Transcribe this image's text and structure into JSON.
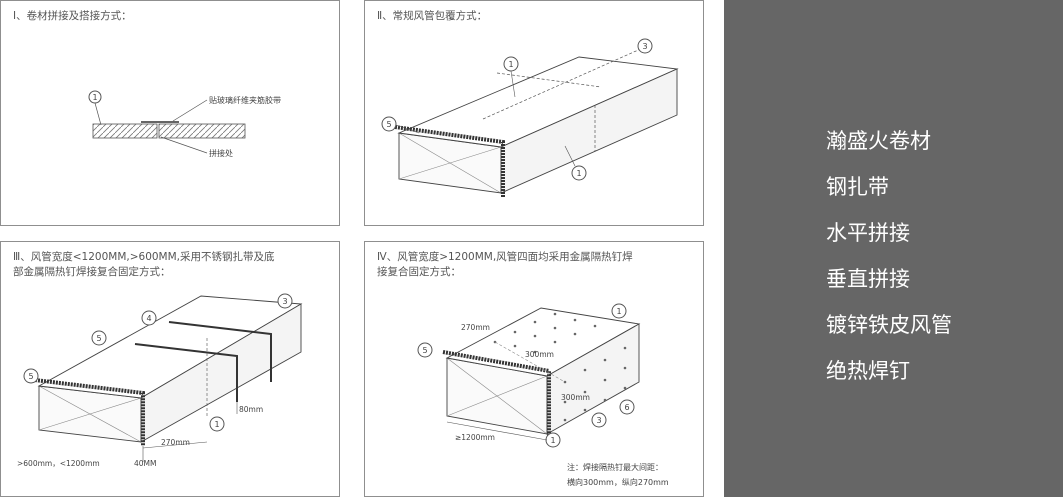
{
  "panels": {
    "p1": {
      "title": "Ⅰ、卷材拼接及搭接方式：",
      "label_tape": "贴玻璃纤维夹筋胶带",
      "label_joint": "拼接处",
      "callout": "1"
    },
    "p2": {
      "title": "Ⅱ、常规风管包覆方式：",
      "callouts": [
        "1",
        "3",
        "5",
        "1"
      ]
    },
    "p3": {
      "title": "Ⅲ、风管宽度<1200MM,>600MM,采用不锈钢扎带及底\n部金属隔热钉焊接复合固定方式：",
      "callouts": [
        "3",
        "4",
        "5",
        "5",
        "1"
      ],
      "dims": [
        "80mm",
        "270mm",
        "40MM",
        ">600mm，<1200mm"
      ]
    },
    "p4": {
      "title": "Ⅳ、风管宽度>1200MM,风管四面均采用金属隔热钉焊\n接复合固定方式：",
      "callouts": [
        "1",
        "5",
        "1",
        "3",
        "6"
      ],
      "dims": [
        "270mm",
        "300mm",
        "300mm",
        "≥1200mm"
      ],
      "note_line1": "注：焊接隔热钉最大间距：",
      "note_line2": "横向300mm，纵向270mm"
    }
  },
  "legend": [
    "瀚盛火卷材",
    "钢扎带",
    "水平拼接",
    "垂直拼接",
    "镀锌铁皮风管",
    "绝热焊钉"
  ]
}
